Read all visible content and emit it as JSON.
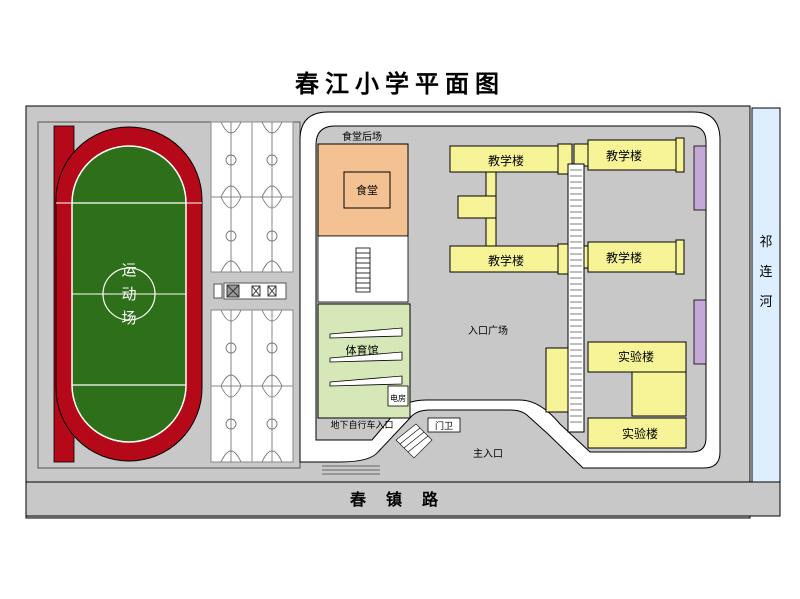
{
  "title": "春江小学平面图",
  "labels": {
    "playground": [
      "运",
      "动",
      "场"
    ],
    "canteen_backyard": "食堂后场",
    "canteen": "食堂",
    "gym": "体育馆",
    "power_room": "电房",
    "bike_entrance": "地下自行车入口",
    "guard": "门卫",
    "main_entrance": "主入口",
    "plaza": "入口广场",
    "teaching_building": "教学楼",
    "lab_building": "实验楼",
    "road": "春镇路",
    "river": [
      "祁",
      "连",
      "河"
    ]
  },
  "colors": {
    "track": "#b5091a",
    "field": "#2e6f1a",
    "canteen": "#f4c292",
    "gym": "#d6e8b8",
    "building": "#f6f496",
    "river": "#ddeeff",
    "purple": "#c4a8d6",
    "gray": "#c8c8c8"
  }
}
